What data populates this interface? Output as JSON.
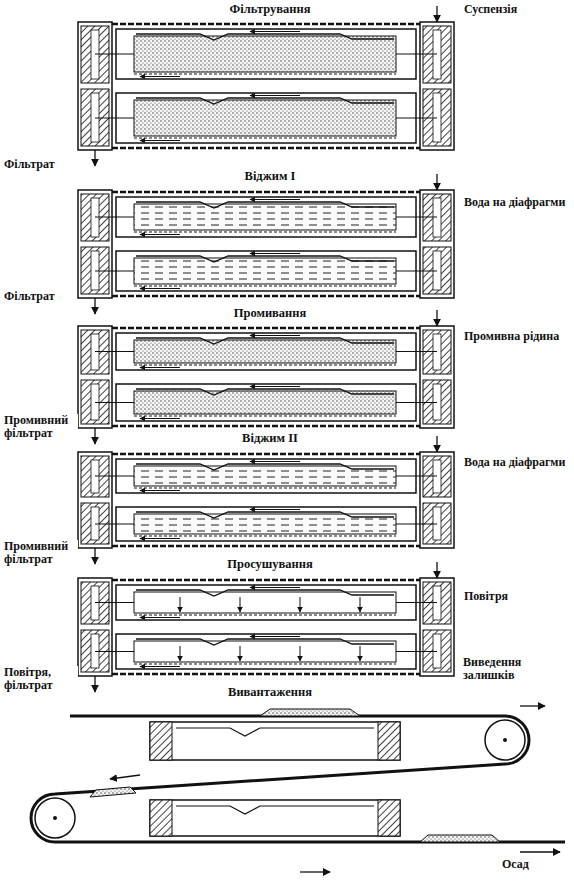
{
  "diagram": {
    "labels": [
      "Фільтрування",
      "Суспензія",
      "Фільтрат",
      "Віджим I",
      "Вода на діафрагми",
      "Фільтрат",
      "Промивання",
      "Промивна рідина",
      "Промивний фільтрат",
      "Віджим II",
      "Вода на діафрагми",
      "Промивний фільтрат",
      "Просушування",
      "Повітря",
      "Повітря, фільтрат",
      "Вивантаження",
      "Виведення залишків",
      "Осад"
    ]
  }
}
